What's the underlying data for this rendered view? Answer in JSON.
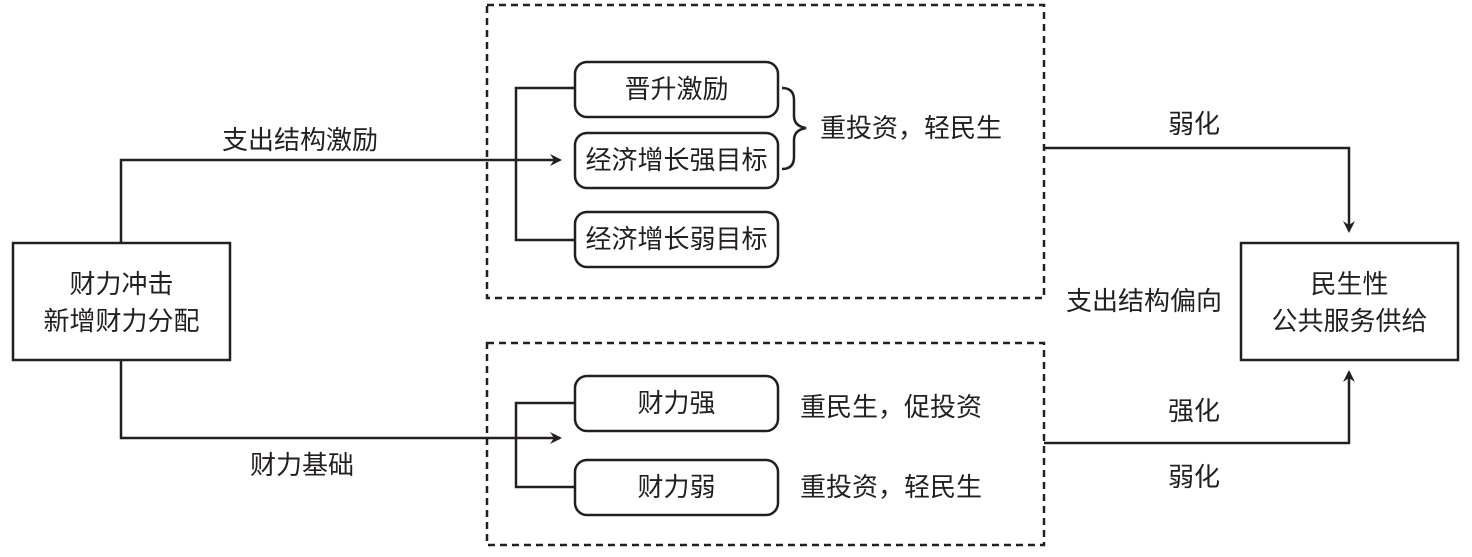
{
  "source_box": {
    "line1": "财力冲击",
    "line2": "新增财力分配"
  },
  "target_box": {
    "line1": "民生性",
    "line2": "公共服务供给"
  },
  "upper_group": {
    "items": [
      "晋升激励",
      "经济增长强目标",
      "经济增长弱目标"
    ],
    "brace_label": "重投资，轻民生"
  },
  "lower_group": {
    "items": [
      "财力强",
      "财力弱"
    ],
    "item_labels": [
      "重民生，促投资",
      "重投资，轻民生"
    ]
  },
  "edge_labels": {
    "upper_path": "支出结构激励",
    "lower_path": "财力基础",
    "upper_effect": "弱化",
    "middle": "支出结构偏向",
    "lower_effect_strong": "强化",
    "lower_effect_weak": "弱化"
  }
}
